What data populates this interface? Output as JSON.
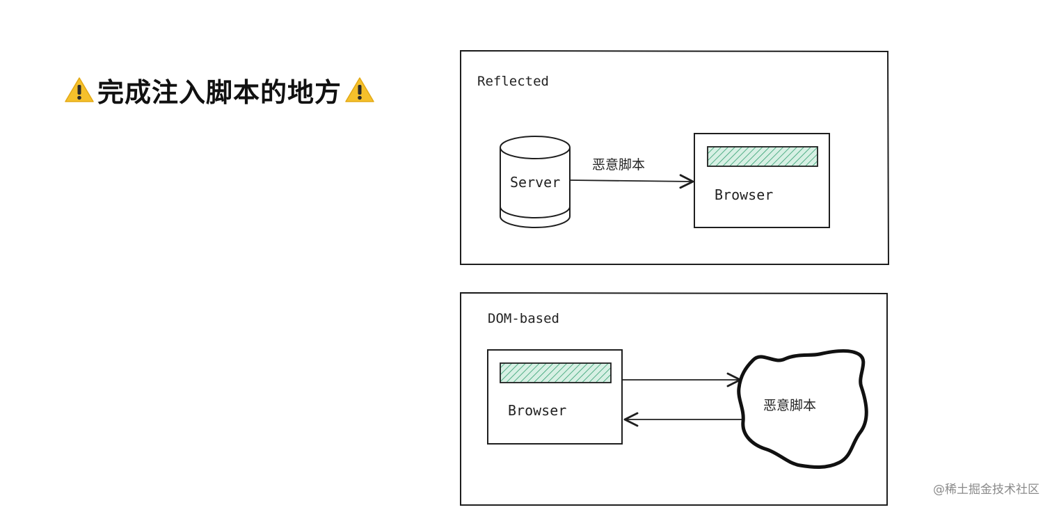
{
  "title": {
    "text": "完成注入脚本的地方",
    "icon": "warning-icon"
  },
  "reflected": {
    "label": "Reflected",
    "server_label": "Server",
    "browser_label": "Browser",
    "edge_label": "恶意脚本"
  },
  "dom_based": {
    "label": "DOM-based",
    "browser_label": "Browser",
    "cloud_label": "恶意脚本"
  },
  "watermark": "@稀土掘金技术社区",
  "colors": {
    "stroke": "#1e1e1e",
    "hatch": "#2f9e6e",
    "hatch_bg": "#d7f0e4",
    "warning": "#f5c02b"
  }
}
